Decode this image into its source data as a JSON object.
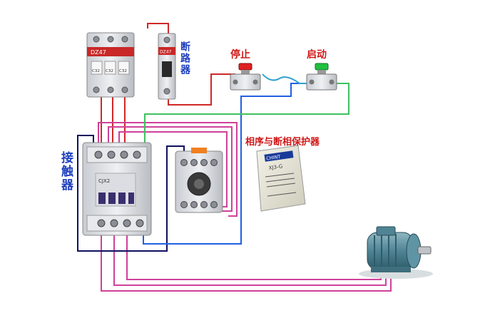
{
  "labels": {
    "breaker_small": "断路器",
    "stop_button": "停止",
    "start_button": "启动",
    "contactor": "接触器",
    "phase_protector": "相序与断相保护器"
  },
  "breaker_main": {
    "brand_strip": "DZ47",
    "pole_labels": [
      "C32",
      "C32",
      "C32"
    ]
  },
  "breaker_single": {
    "brand_strip": "DZ47"
  },
  "phase_protector_device": {
    "model": "XJ3-G",
    "brand": "CHINT"
  },
  "contactor_device": {
    "model": "CJX2"
  },
  "colors": {
    "red": "#d02828",
    "magenta": "#d0409a",
    "blue": "#2060e0",
    "green": "#40c060",
    "navy": "#101060",
    "cyan": "#30a0d0",
    "label_blue": "#1f3fbf",
    "label_red": "#d01818"
  }
}
